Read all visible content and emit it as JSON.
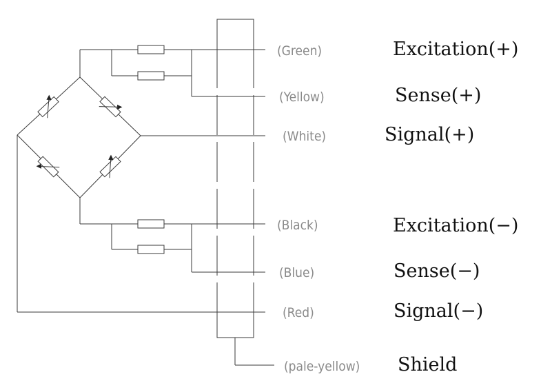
{
  "wires": [
    {
      "color": "(Green)",
      "function": "Excitation(+)"
    },
    {
      "color": "(Yellow)",
      "function": "Sense(+)"
    },
    {
      "color": "(White)",
      "function": "Signal(+)"
    },
    {
      "color": "(Black)",
      "function": "Excitation(−)"
    },
    {
      "color": "(Blue)",
      "function": "Sense(−)"
    },
    {
      "color": "(Red)",
      "function": "Signal(−)"
    },
    {
      "color": "(pale-yellow)",
      "function": "Shield"
    }
  ]
}
